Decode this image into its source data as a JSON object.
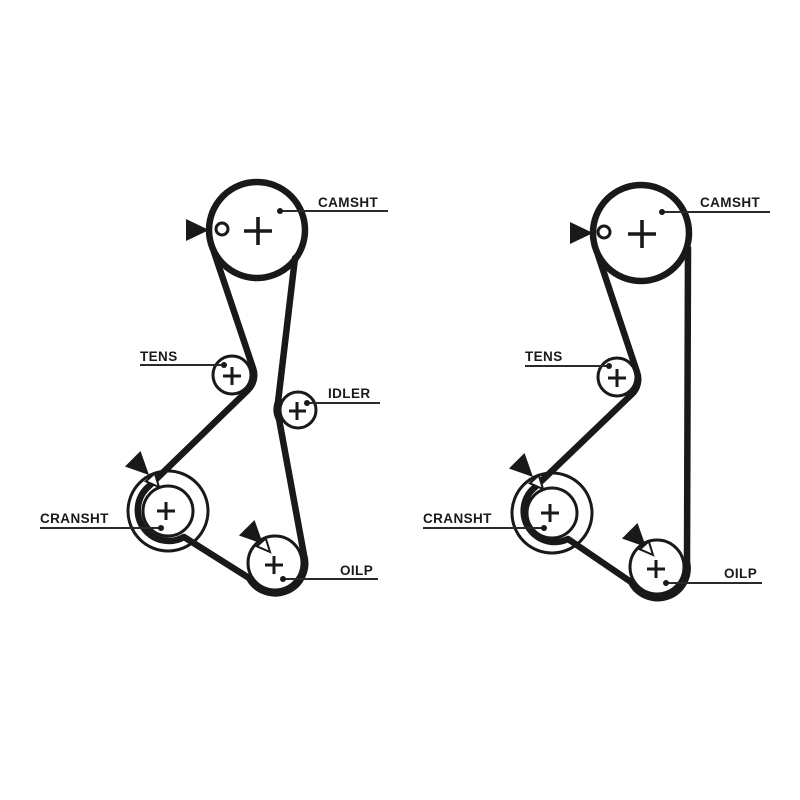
{
  "colors": {
    "ink": "#191919",
    "background": "#ffffff"
  },
  "diagrams": {
    "left": {
      "camshaft": "CAMSHT",
      "tensioner": "TENS",
      "idler": "IDLER",
      "crankshaft": "CRANSHT",
      "oil_pump": "OILP"
    },
    "right": {
      "camshaft": "CAMSHT",
      "tensioner": "TENS",
      "crankshaft": "CRANSHT",
      "oil_pump": "OILP"
    }
  }
}
